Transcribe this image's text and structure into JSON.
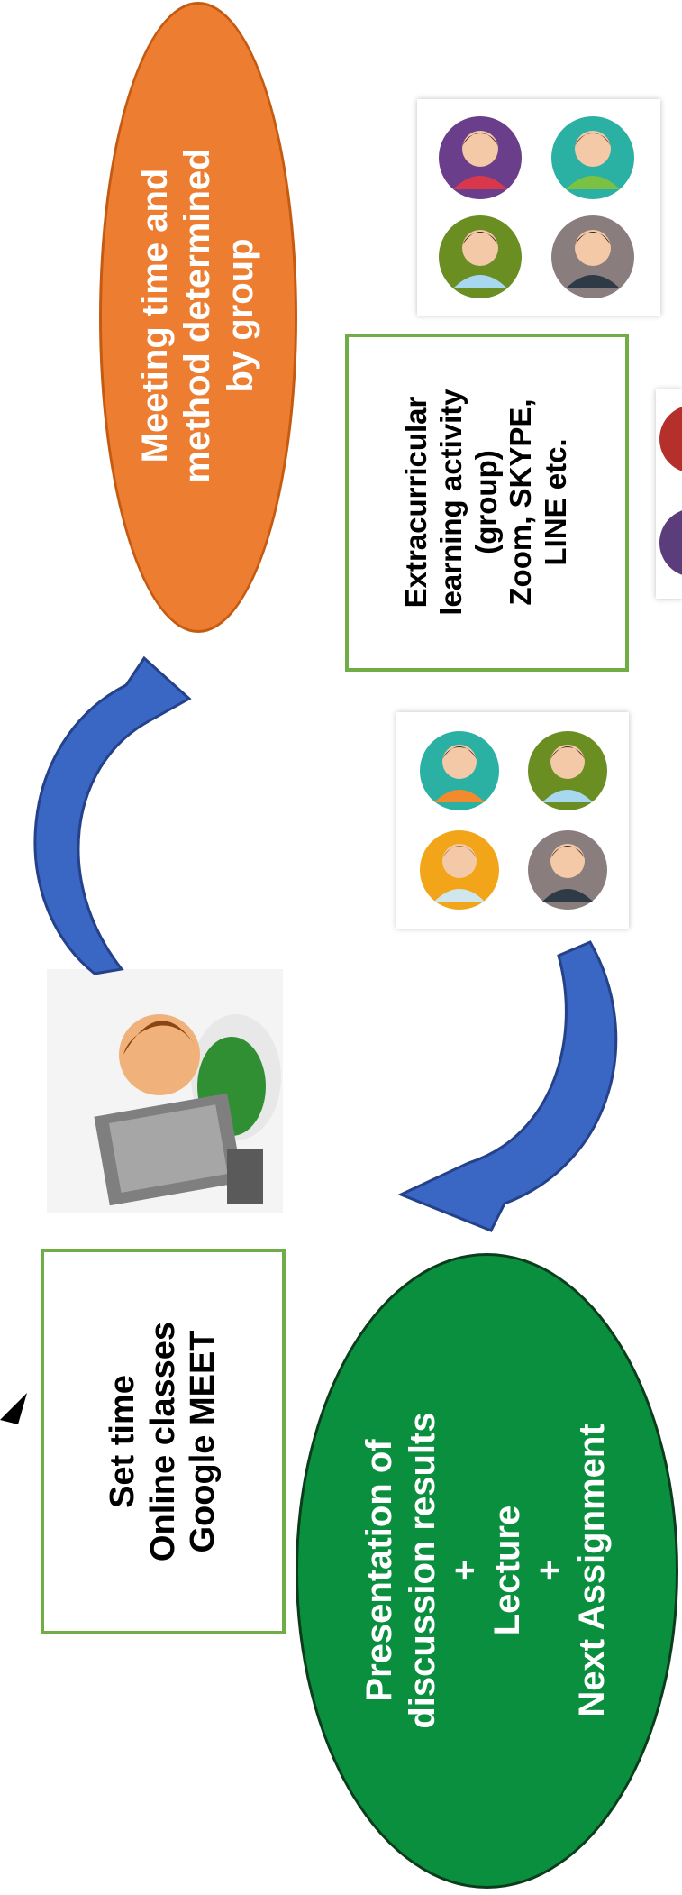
{
  "diagram": {
    "nodes": {
      "meeting_ellipse": {
        "lines": [
          "Meeting time and",
          "method determined",
          "by group"
        ],
        "fill": "#ed7d31",
        "text_color": "#ffffff"
      },
      "extracurricular_box": {
        "lines": [
          "Extracurricular",
          "learning activity",
          "(group)",
          "Zoom, SKYPE,",
          "LINE etc."
        ],
        "border": "#70ad47",
        "text_color": "#000000"
      },
      "set_time_box": {
        "lines": [
          "Set time",
          "Online classes",
          "Google MEET"
        ],
        "border": "#70ad47",
        "text_color": "#000000"
      },
      "presentation_ellipse": {
        "lines": [
          "Presentation of",
          "discussion results",
          "+",
          "Lecture",
          "+",
          "Next Assignment"
        ],
        "fill": "#0a8f3e",
        "text_color": "#ffffff"
      }
    },
    "arrow_color": "#3a66c4",
    "icons": [
      "teacher-at-computer-icon",
      "group-avatars-icon"
    ]
  }
}
